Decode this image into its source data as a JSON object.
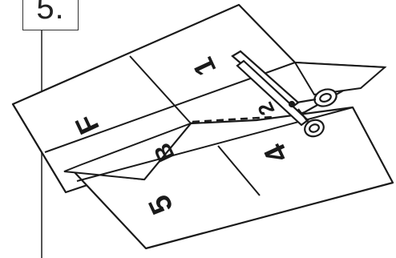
{
  "step": {
    "label": "5."
  },
  "panels": {
    "top_left": "F",
    "top_right": "1",
    "middle_left": "B",
    "middle_right": "2",
    "bottom_left": "5",
    "bottom_right": "4"
  },
  "colors": {
    "line": "#1a1a1a",
    "paper": "#ffffff",
    "frame": "#555555"
  },
  "icons": {
    "tool": "scissors-icon"
  }
}
